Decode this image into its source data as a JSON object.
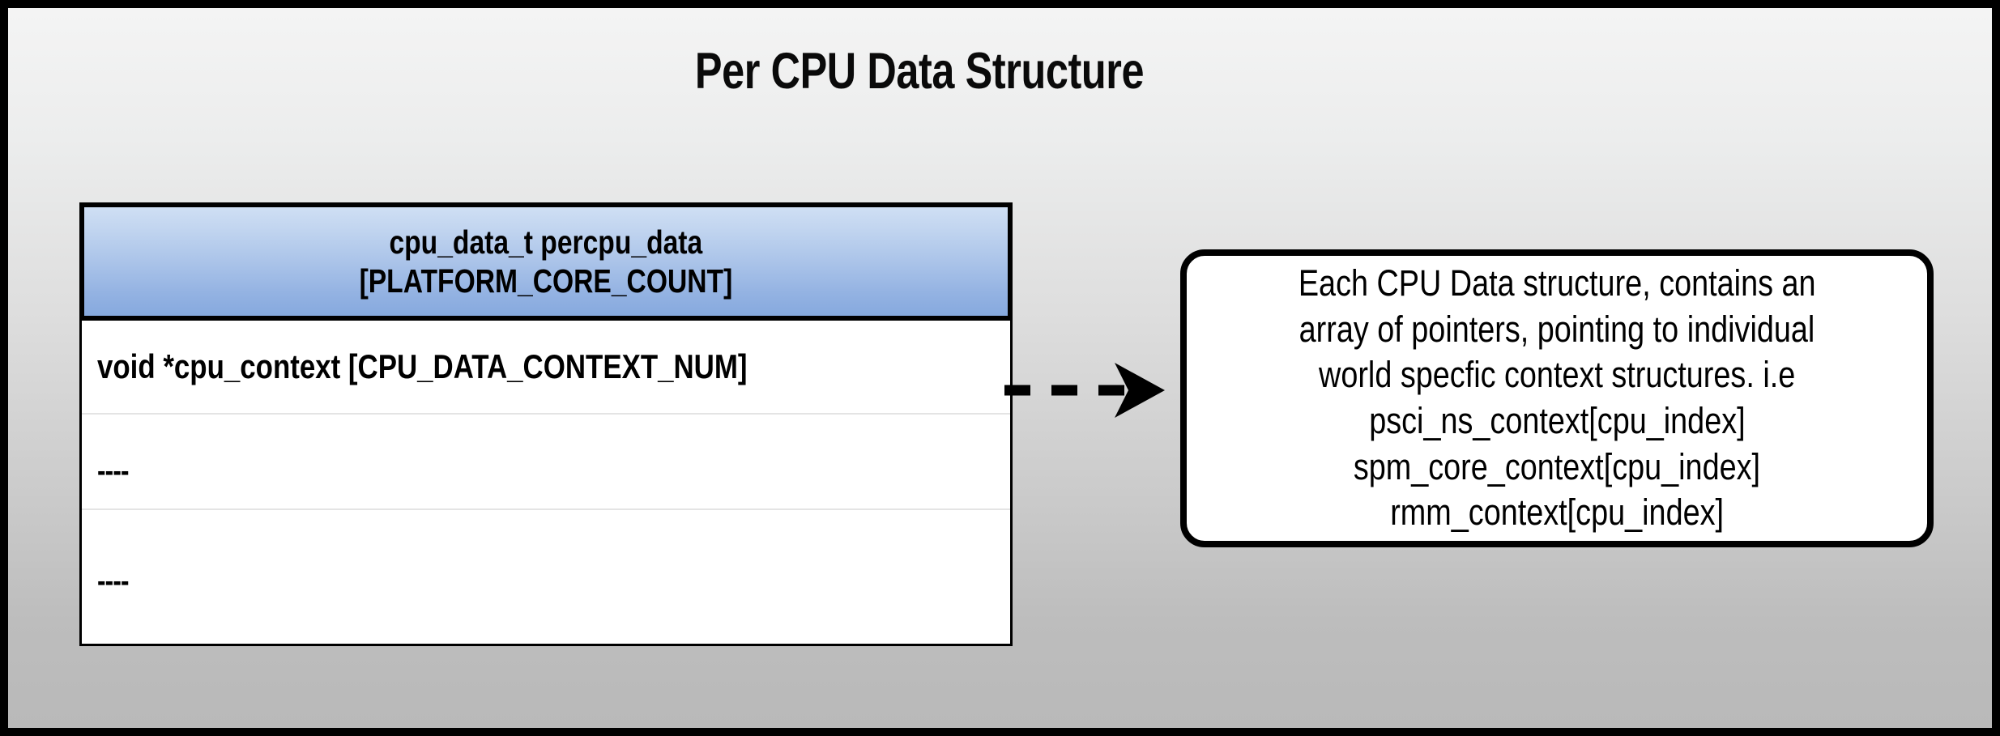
{
  "page": {
    "title": "Per CPU Data Structure",
    "background_top_color": "#f4f4f4",
    "background_bottom_color": "#b9b9b9",
    "border_color": "#000000"
  },
  "struct_table": {
    "header": {
      "line1": "cpu_data_t percpu_data",
      "line2": "[PLATFORM_CORE_COUNT]",
      "gradient_top_color": "#cfdff4",
      "gradient_bottom_color": "#86a9de",
      "border_color": "#000000"
    },
    "rows": [
      {
        "label": "void *cpu_context [CPU_DATA_CONTEXT_NUM]"
      },
      {
        "label": "----"
      },
      {
        "label": "----"
      }
    ],
    "row_divider_color": "#e4e4e4",
    "background_color": "#ffffff"
  },
  "connector": {
    "style": "dashed",
    "arrowhead": "filled-triangle",
    "color": "#000000",
    "dash_count": 3
  },
  "callout": {
    "lines": [
      "Each CPU Data structure, contains an",
      "array of pointers, pointing to individual",
      "world specfic context structures. i.e",
      "psci_ns_context[cpu_index]",
      "spm_core_context[cpu_index]",
      "rmm_context[cpu_index]"
    ],
    "border_color": "#000000",
    "background_color": "#ffffff",
    "corner_radius": 30
  }
}
